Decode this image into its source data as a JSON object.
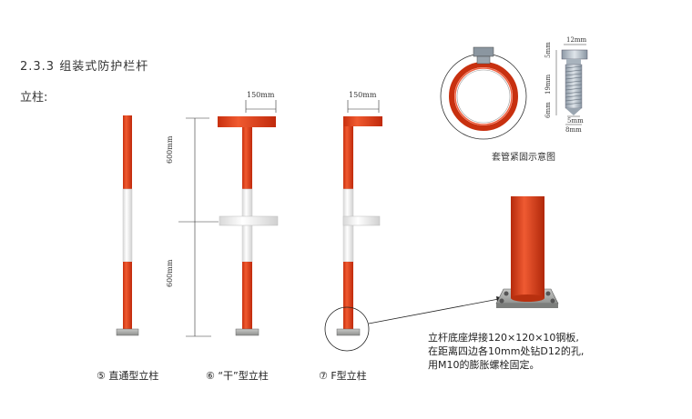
{
  "section_title": "2.3.3 组装式防护栏杆",
  "sub_title": "立柱:",
  "captions": {
    "straight": "⑤ 直通型立柱",
    "t_type": "⑥ “干”型立柱",
    "f_type": "⑦ F型立柱",
    "clamp": "套管紧固示意图"
  },
  "dimensions": {
    "top_width_t": "150mm",
    "top_width_f": "150mm",
    "upper_height": "600mm",
    "lower_height": "600mm",
    "bolt_top": "12mm",
    "bolt_a": "5mm",
    "bolt_b": "19mm",
    "bolt_c": "6mm",
    "bolt_d": "5mm",
    "bolt_e": "8mm"
  },
  "base_note": [
    "立杆底座焊接120×120×10钢板,",
    "在距离四边各10mm处钻D12的孔,",
    "用M10的膨胀螺栓固定。"
  ],
  "colors": {
    "post_red": "#e8421e",
    "post_white": "#f4f4f4",
    "plate_gray": "#a8aaa8"
  }
}
